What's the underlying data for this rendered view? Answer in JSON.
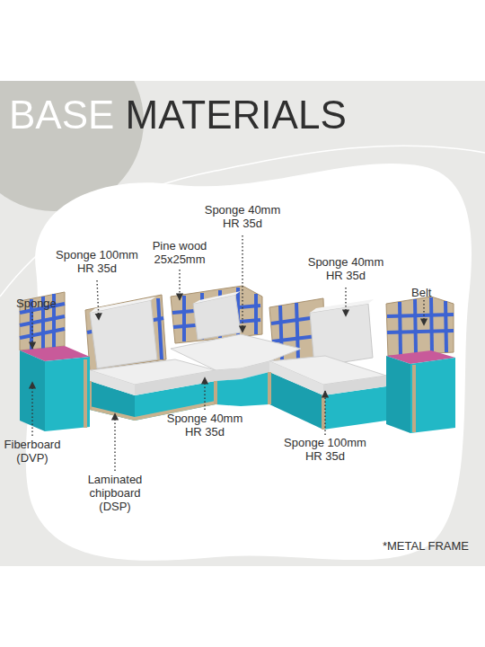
{
  "diagram": {
    "title": "BASE MATERIALS",
    "labels": [
      "Sponge 40mm HR 35d",
      "Sponge 100mm HR 35d",
      "Pine wood 25x25mm",
      "Sponge 40mm HR 35d",
      "Sponge",
      "Belt",
      "Sponge 40mm HR 35d",
      "Fiberboard (DVP)",
      "Sponge 100mm HR 35d",
      "Laminated chipboard (DSP)",
      "*METAL FRAME"
    ]
  }
}
